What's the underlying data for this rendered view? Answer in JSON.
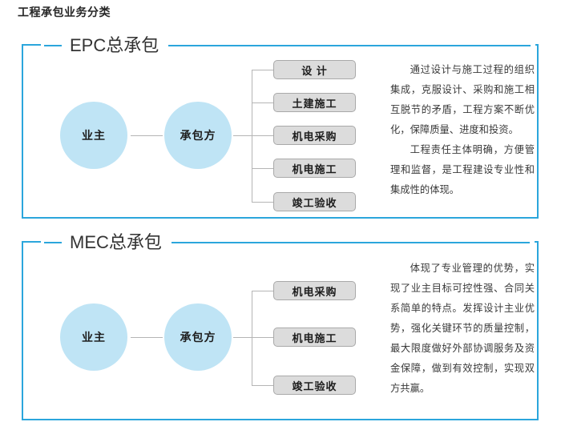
{
  "page": {
    "title": "工程承包业务分类"
  },
  "sections": [
    {
      "key": "epc",
      "title": "EPC总承包",
      "circles": {
        "owner": "业主",
        "contractor": "承包方"
      },
      "nodes": [
        "设  计",
        "土建施工",
        "机电采购",
        "机电施工",
        "竣工验收"
      ],
      "description": [
        "通过设计与施工过程的组织集成，克服设计、采购和施工相互脱节的矛盾，工程方案不断优化，保障质量、进度和投资。",
        "工程责任主体明确，方便管理和监督，是工程建设专业性和集成性的体现。"
      ]
    },
    {
      "key": "mec",
      "title": "MEC总承包",
      "circles": {
        "owner": "业主",
        "contractor": "承包方"
      },
      "nodes": [
        "机电采购",
        "机电施工",
        "竣工验收"
      ],
      "description": [
        "体现了专业管理的优势，实现了业主目标可控性强、合同关系简单的特点。发挥设计主业优势，强化关键环节的质量控制，最大限度做好外部协调服务及资金保障，做到有效控制，实现双方共赢。"
      ]
    }
  ],
  "colors": {
    "panel_border": "#2ba6dc",
    "circle_fill": "#bfe4f5",
    "node_fill": "#dcdcdc",
    "node_border": "#a9a9a9",
    "connector": "#b5b5b5",
    "text": "#2b2b2b"
  }
}
